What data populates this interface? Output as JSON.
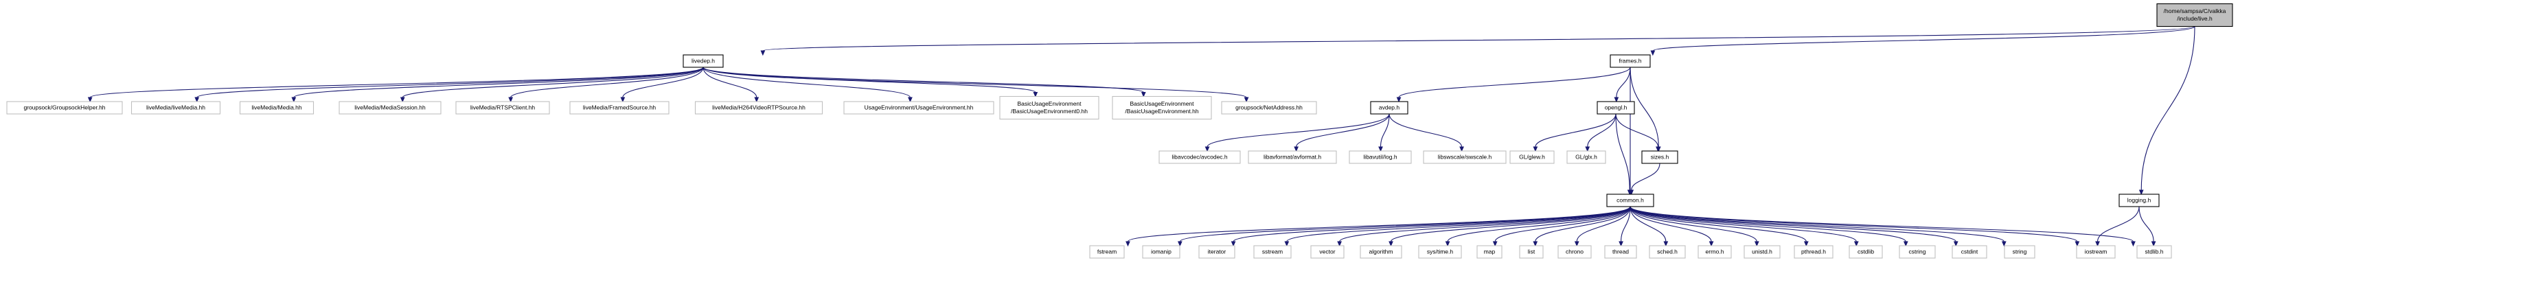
{
  "colors": {
    "edge": "#191970",
    "root_fill": "#bfbfbf",
    "node_border": "#000000",
    "external_border": "#bfbfbf",
    "text": "#000000"
  },
  "nodes": [
    {
      "id": "live",
      "lines": [
        "/home/sampsa/C/valkka",
        "/include/live.h"
      ],
      "kind": "root"
    },
    {
      "id": "livedep",
      "lines": [
        "livedep.h"
      ],
      "kind": "file"
    },
    {
      "id": "frames",
      "lines": [
        "frames.h"
      ],
      "kind": "file"
    },
    {
      "id": "logging",
      "lines": [
        "logging.h"
      ],
      "kind": "file"
    },
    {
      "id": "gsh",
      "lines": [
        "groupsock/GroupsockHelper.hh"
      ],
      "kind": "external"
    },
    {
      "id": "lm_lm",
      "lines": [
        "liveMedia/liveMedia.hh"
      ],
      "kind": "external"
    },
    {
      "id": "lm_media",
      "lines": [
        "liveMedia/Media.hh"
      ],
      "kind": "external"
    },
    {
      "id": "lm_ms",
      "lines": [
        "liveMedia/MediaSession.hh"
      ],
      "kind": "external"
    },
    {
      "id": "lm_rtsp",
      "lines": [
        "liveMedia/RTSPClient.hh"
      ],
      "kind": "external"
    },
    {
      "id": "lm_fs",
      "lines": [
        "liveMedia/FramedSource.hh"
      ],
      "kind": "external"
    },
    {
      "id": "lm_h264",
      "lines": [
        "liveMedia/H264VideoRTPSource.hh"
      ],
      "kind": "external"
    },
    {
      "id": "ue",
      "lines": [
        "UsageEnvironment/UsageEnvironment.hh"
      ],
      "kind": "external"
    },
    {
      "id": "bue0",
      "lines": [
        "BasicUsageEnvironment",
        "/BasicUsageEnvironment0.hh"
      ],
      "kind": "external"
    },
    {
      "id": "bue",
      "lines": [
        "BasicUsageEnvironment",
        "/BasicUsageEnvironment.hh"
      ],
      "kind": "external"
    },
    {
      "id": "netaddr",
      "lines": [
        "groupsock/NetAddress.hh"
      ],
      "kind": "external"
    },
    {
      "id": "avdep",
      "lines": [
        "avdep.h"
      ],
      "kind": "file"
    },
    {
      "id": "opengl",
      "lines": [
        "opengl.h"
      ],
      "kind": "file"
    },
    {
      "id": "avcodec",
      "lines": [
        "libavcodec/avcodec.h"
      ],
      "kind": "external"
    },
    {
      "id": "avformat",
      "lines": [
        "libavformat/avformat.h"
      ],
      "kind": "external"
    },
    {
      "id": "avlog",
      "lines": [
        "libavutil/log.h"
      ],
      "kind": "external"
    },
    {
      "id": "swscale",
      "lines": [
        "libswscale/swscale.h"
      ],
      "kind": "external"
    },
    {
      "id": "glew",
      "lines": [
        "GL/glew.h"
      ],
      "kind": "external"
    },
    {
      "id": "glx",
      "lines": [
        "GL/glx.h"
      ],
      "kind": "external"
    },
    {
      "id": "sizes",
      "lines": [
        "sizes.h"
      ],
      "kind": "file"
    },
    {
      "id": "common",
      "lines": [
        "common.h"
      ],
      "kind": "file"
    },
    {
      "id": "fstream",
      "lines": [
        "fstream"
      ],
      "kind": "external"
    },
    {
      "id": "iomanip",
      "lines": [
        "iomanip"
      ],
      "kind": "external"
    },
    {
      "id": "iterator",
      "lines": [
        "iterator"
      ],
      "kind": "external"
    },
    {
      "id": "sstream",
      "lines": [
        "sstream"
      ],
      "kind": "external"
    },
    {
      "id": "vector",
      "lines": [
        "vector"
      ],
      "kind": "external"
    },
    {
      "id": "algorithm",
      "lines": [
        "algorithm"
      ],
      "kind": "external"
    },
    {
      "id": "systime",
      "lines": [
        "sys/time.h"
      ],
      "kind": "external"
    },
    {
      "id": "map",
      "lines": [
        "map"
      ],
      "kind": "external"
    },
    {
      "id": "list",
      "lines": [
        "list"
      ],
      "kind": "external"
    },
    {
      "id": "chrono",
      "lines": [
        "chrono"
      ],
      "kind": "external"
    },
    {
      "id": "thread",
      "lines": [
        "thread"
      ],
      "kind": "external"
    },
    {
      "id": "sched",
      "lines": [
        "sched.h"
      ],
      "kind": "external"
    },
    {
      "id": "errno",
      "lines": [
        "errno.h"
      ],
      "kind": "external"
    },
    {
      "id": "unistd",
      "lines": [
        "unistd.h"
      ],
      "kind": "external"
    },
    {
      "id": "pthread",
      "lines": [
        "pthread.h"
      ],
      "kind": "external"
    },
    {
      "id": "cstdlib",
      "lines": [
        "cstdlib"
      ],
      "kind": "external"
    },
    {
      "id": "cstring",
      "lines": [
        "cstring"
      ],
      "kind": "external"
    },
    {
      "id": "cstdint",
      "lines": [
        "cstdint"
      ],
      "kind": "external"
    },
    {
      "id": "string",
      "lines": [
        "string"
      ],
      "kind": "external"
    },
    {
      "id": "iostream",
      "lines": [
        "iostream"
      ],
      "kind": "external"
    },
    {
      "id": "stdlib",
      "lines": [
        "stdlib.h"
      ],
      "kind": "external"
    }
  ],
  "edges": [
    [
      "live",
      "livedep"
    ],
    [
      "live",
      "frames"
    ],
    [
      "live",
      "logging"
    ],
    [
      "livedep",
      "gsh"
    ],
    [
      "livedep",
      "lm_lm"
    ],
    [
      "livedep",
      "lm_media"
    ],
    [
      "livedep",
      "lm_ms"
    ],
    [
      "livedep",
      "lm_rtsp"
    ],
    [
      "livedep",
      "lm_fs"
    ],
    [
      "livedep",
      "lm_h264"
    ],
    [
      "livedep",
      "ue"
    ],
    [
      "livedep",
      "bue0"
    ],
    [
      "livedep",
      "bue"
    ],
    [
      "livedep",
      "netaddr"
    ],
    [
      "frames",
      "avdep"
    ],
    [
      "frames",
      "opengl"
    ],
    [
      "frames",
      "sizes"
    ],
    [
      "frames",
      "common"
    ],
    [
      "avdep",
      "avcodec"
    ],
    [
      "avdep",
      "avformat"
    ],
    [
      "avdep",
      "avlog"
    ],
    [
      "avdep",
      "swscale"
    ],
    [
      "opengl",
      "glew"
    ],
    [
      "opengl",
      "glx"
    ],
    [
      "opengl",
      "sizes"
    ],
    [
      "opengl",
      "common"
    ],
    [
      "sizes",
      "common"
    ],
    [
      "logging",
      "iostream"
    ],
    [
      "logging",
      "stdlib"
    ],
    [
      "common",
      "fstream"
    ],
    [
      "common",
      "iomanip"
    ],
    [
      "common",
      "iterator"
    ],
    [
      "common",
      "sstream"
    ],
    [
      "common",
      "vector"
    ],
    [
      "common",
      "algorithm"
    ],
    [
      "common",
      "systime"
    ],
    [
      "common",
      "map"
    ],
    [
      "common",
      "list"
    ],
    [
      "common",
      "chrono"
    ],
    [
      "common",
      "thread"
    ],
    [
      "common",
      "sched"
    ],
    [
      "common",
      "errno"
    ],
    [
      "common",
      "unistd"
    ],
    [
      "common",
      "pthread"
    ],
    [
      "common",
      "cstdlib"
    ],
    [
      "common",
      "cstring"
    ],
    [
      "common",
      "cstdint"
    ],
    [
      "common",
      "string"
    ],
    [
      "common",
      "iostream"
    ],
    [
      "common",
      "stdlib"
    ]
  ]
}
